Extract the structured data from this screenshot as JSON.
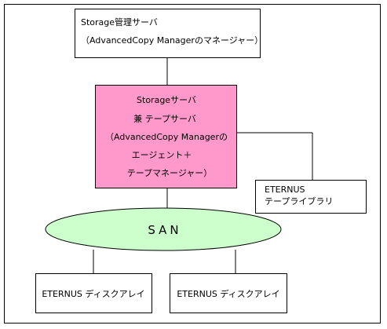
{
  "colors": {
    "background": "#ffffff",
    "border": "#000000",
    "storage_server_fill": "#ff99cc",
    "san_fill": "#ccffcc",
    "box_fill": "#ffffff"
  },
  "management_server": {
    "line1": "Storage管理サーバ",
    "line2": "（AdvancedCopy Managerのマネージャー）"
  },
  "storage_server": {
    "line1": "Storageサーバ",
    "line2": "兼 テープサーバ",
    "line3": "（AdvancedCopy Managerの",
    "line4": "エージェント＋",
    "line5": "テープマネージャー）"
  },
  "tape_library": {
    "line1": "ETERNUS",
    "line2": "テープライブラリ"
  },
  "san": {
    "label": "SAN"
  },
  "disk_array_left": {
    "label": "ETERNUS ディスクアレイ"
  },
  "disk_array_right": {
    "label": "ETERNUS ディスクアレイ"
  }
}
